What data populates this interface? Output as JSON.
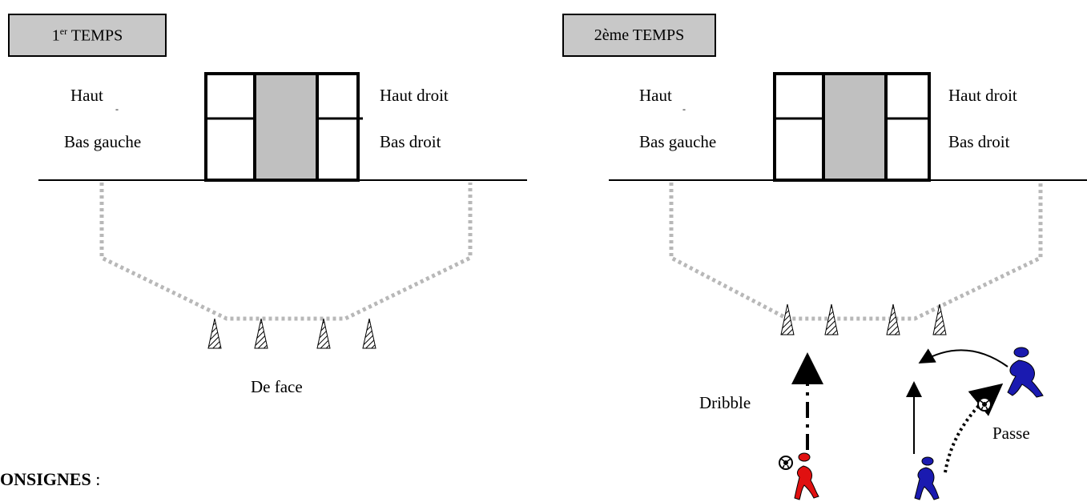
{
  "panel1": {
    "title_main": "1",
    "title_sup": "er",
    "title_rest": " TEMPS",
    "label_top_left": "Haut",
    "label_top_left_mark": "-",
    "label_top_right": "Haut droit",
    "label_bottom_left": "Bas gauche",
    "label_bottom_right": "Bas droit",
    "caption": "De face"
  },
  "panel2": {
    "title": "2ème TEMPS",
    "label_top_left": "Haut",
    "label_top_left_mark": "-",
    "label_top_right": "Haut droit",
    "label_bottom_left": "Bas gauche",
    "label_bottom_right": "Bas droit",
    "label_dribble": "Dribble",
    "label_passe": "Passe"
  },
  "consignes": {
    "heading": "ONSIGNES",
    "suffix": " :"
  },
  "colors": {
    "goal_center": "#c0c0c0",
    "dotted_zone": "#b8b8b8",
    "red_player": "#e01010",
    "blue_player": "#1a1ab0"
  }
}
